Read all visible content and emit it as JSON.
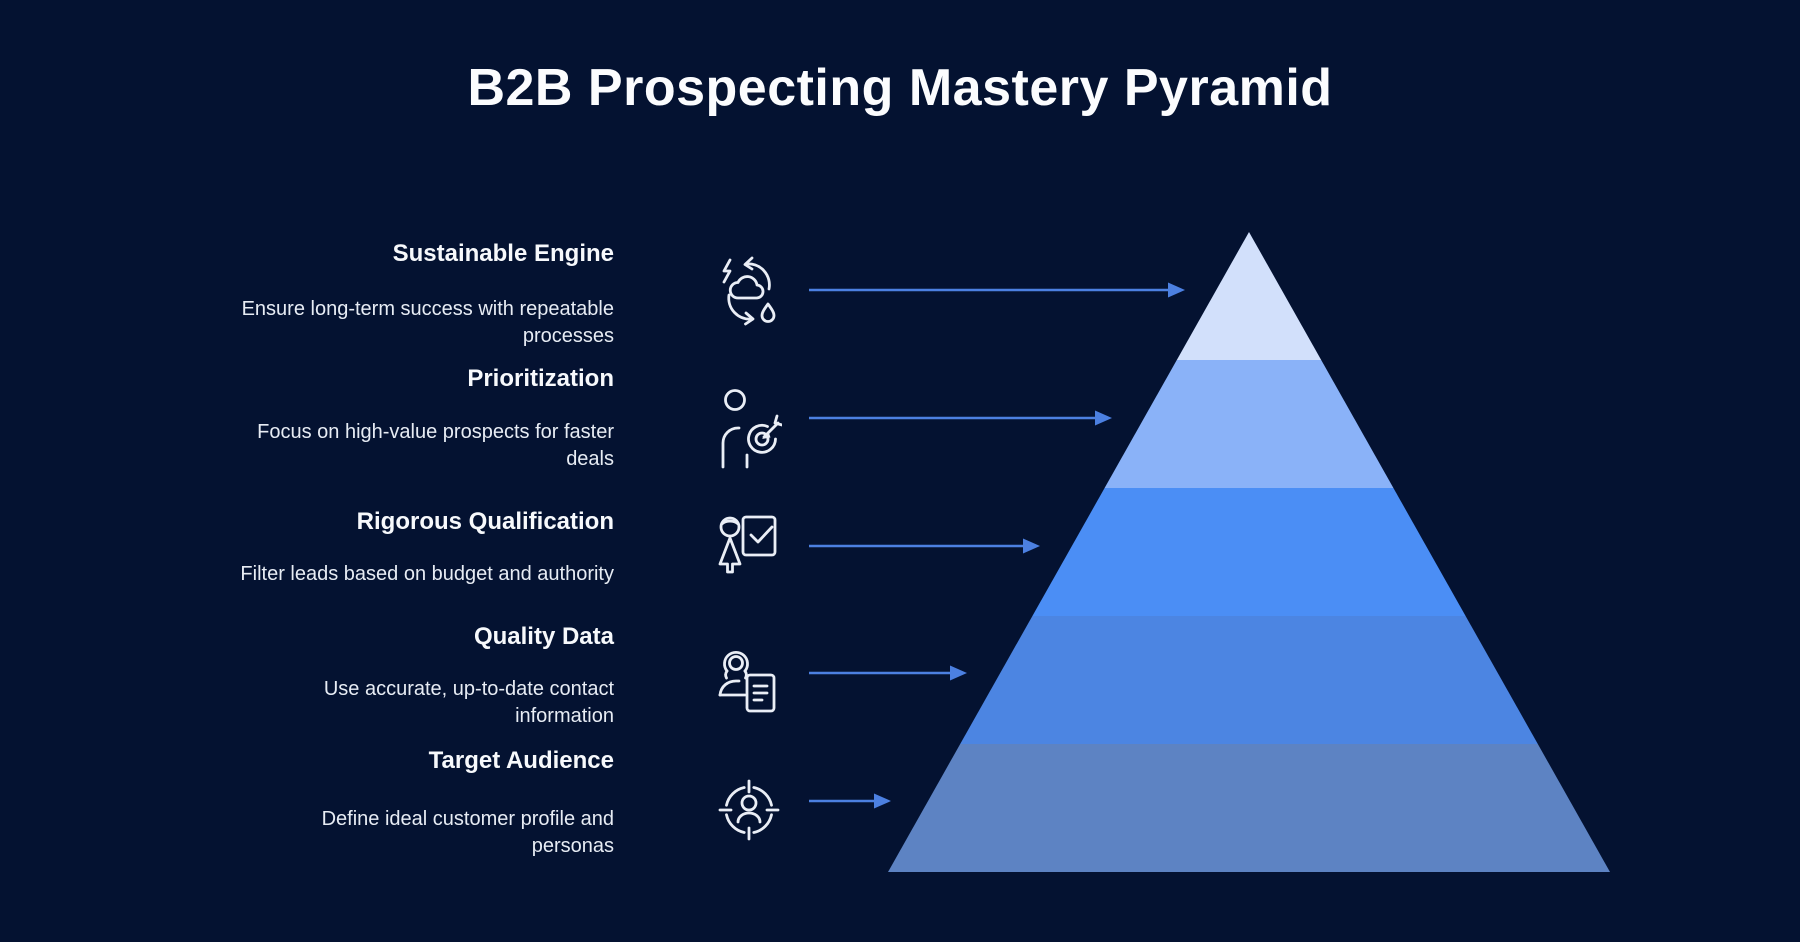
{
  "title": "B2B Prospecting Mastery Pyramid",
  "colors": {
    "background": "#041231",
    "title_text": "#fbfcfe",
    "heading_text": "#f7f9fc",
    "body_text": "#e7ecf4",
    "arrow": "#4c80e1",
    "icon_stroke": "#eaeef6"
  },
  "pyramid": {
    "levels": [
      {
        "name": "Sustainable Engine",
        "description": "Ensure long-term success with repeatable\nprocesses",
        "color": "#d2e0fb",
        "icon": "sustainability-cycle-icon"
      },
      {
        "name": "Prioritization",
        "description": "Focus on high-value prospects for faster\ndeals",
        "color": "#8ab2f8",
        "icon": "person-target-icon"
      },
      {
        "name": "Rigorous Qualification",
        "description": "Filter leads based on budget and authority",
        "color": "#4b8ef5",
        "icon": "person-checklist-icon"
      },
      {
        "name": "Quality Data",
        "description": "Use accurate, up-to-date contact\ninformation",
        "color": "#4c85e2",
        "icon": "person-document-icon"
      },
      {
        "name": "Target Audience",
        "description": "Define ideal customer profile and\npersonas",
        "color": "#5d83c3",
        "icon": "person-crosshair-icon"
      }
    ]
  }
}
